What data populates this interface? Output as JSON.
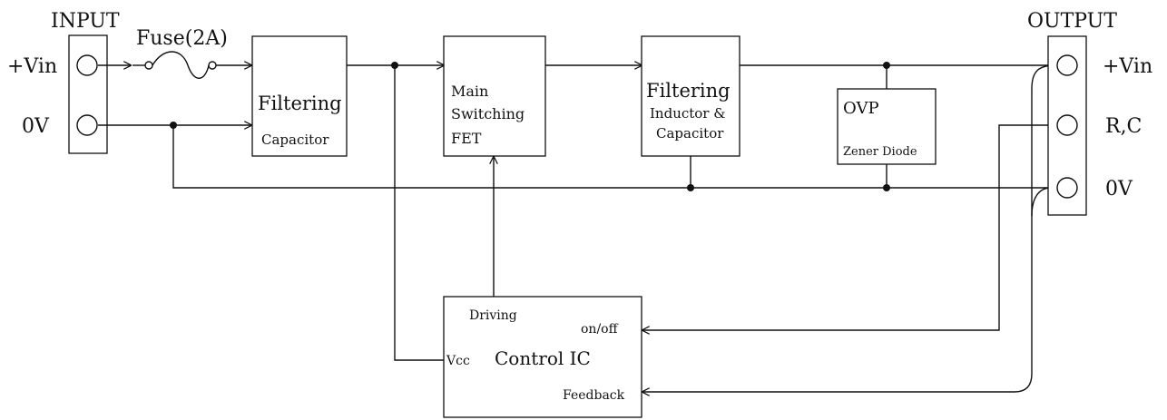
{
  "input": {
    "title": "INPUT",
    "pos_label": "+Vin",
    "neg_label": "0V"
  },
  "fuse": {
    "label": "Fuse(2A)"
  },
  "filter_cap": {
    "line1": "Filtering",
    "line2": "Capacitor"
  },
  "fet": {
    "line1": "Main",
    "line2": "Switching",
    "line3": "FET"
  },
  "filter_lc": {
    "line1": "Filtering",
    "line2": "Inductor &",
    "line3": "Capacitor"
  },
  "ovp": {
    "line1": "OVP",
    "line2": "Zener Diode"
  },
  "control": {
    "driving": "Driving",
    "onoff": "on/off",
    "vcc": "Vcc",
    "title": "Control IC",
    "feedback": "Feedback"
  },
  "output": {
    "title": "OUTPUT",
    "pos_label": "+Vin",
    "rc_label": "R,C",
    "neg_label": "0V"
  }
}
